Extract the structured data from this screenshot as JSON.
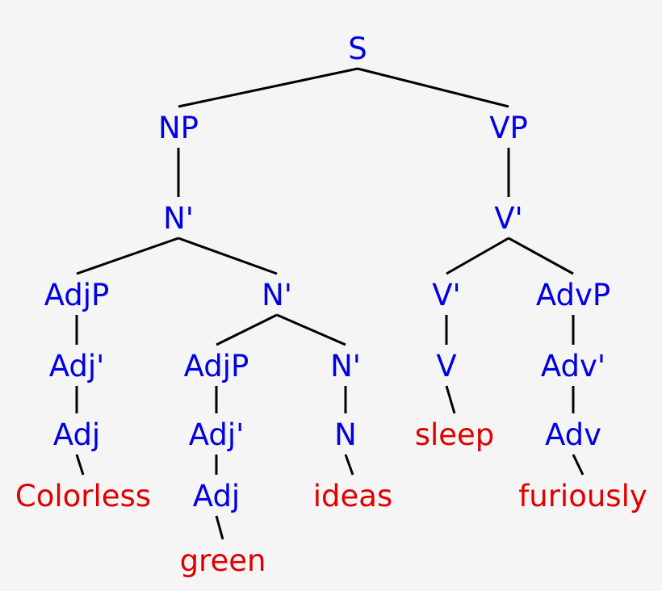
{
  "colors": {
    "category": "#0000e0",
    "word": "#e00000",
    "edge": "#000000",
    "background": "#f5f5f5"
  },
  "tree": {
    "label": "S",
    "children": [
      {
        "label": "NP",
        "children": [
          {
            "label": "N'",
            "children": [
              {
                "label": "AdjP",
                "children": [
                  {
                    "label": "Adj'",
                    "children": [
                      {
                        "label": "Adj",
                        "children": [
                          {
                            "label": "Colorless",
                            "word": true
                          }
                        ]
                      }
                    ]
                  }
                ]
              },
              {
                "label": "N'",
                "children": [
                  {
                    "label": "AdjP",
                    "children": [
                      {
                        "label": "Adj'",
                        "children": [
                          {
                            "label": "Adj",
                            "children": [
                              {
                                "label": "green",
                                "word": true
                              }
                            ]
                          }
                        ]
                      }
                    ]
                  },
                  {
                    "label": "N'",
                    "children": [
                      {
                        "label": "N",
                        "children": [
                          {
                            "label": "ideas",
                            "word": true
                          }
                        ]
                      }
                    ]
                  }
                ]
              }
            ]
          }
        ]
      },
      {
        "label": "VP",
        "children": [
          {
            "label": "V'",
            "children": [
              {
                "label": "V'",
                "children": [
                  {
                    "label": "V",
                    "children": [
                      {
                        "label": "sleep",
                        "word": true
                      }
                    ]
                  }
                ]
              },
              {
                "label": "AdvP",
                "children": [
                  {
                    "label": "Adv'",
                    "children": [
                      {
                        "label": "Adv",
                        "children": [
                          {
                            "label": "furiously",
                            "word": true
                          }
                        ]
                      }
                    ]
                  }
                ]
              }
            ]
          }
        ]
      }
    ]
  }
}
